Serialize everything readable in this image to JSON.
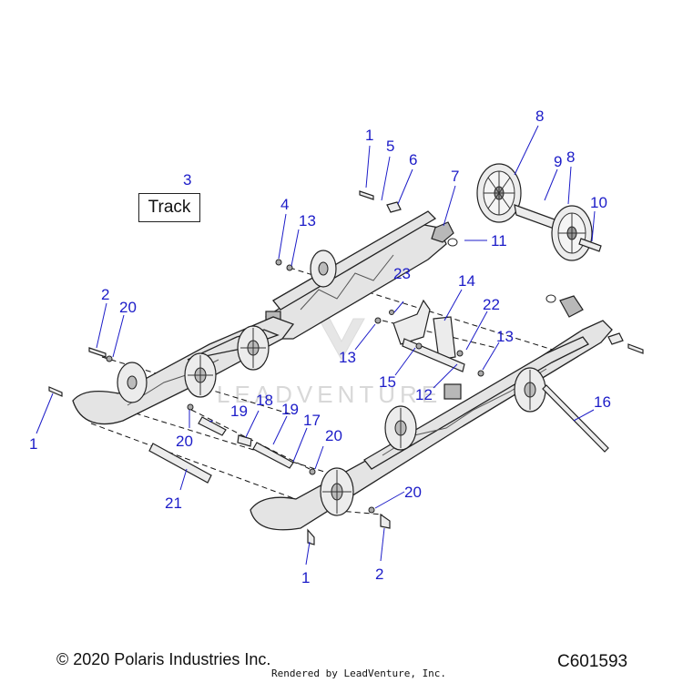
{
  "diagram": {
    "track_label": "Track",
    "watermark": "LEADVENTURE",
    "callouts": [
      "1",
      "5",
      "6",
      "7",
      "8",
      "9",
      "8",
      "10",
      "3",
      "4",
      "13",
      "11",
      "2",
      "20",
      "23",
      "14",
      "22",
      "13",
      "13",
      "15",
      "12",
      "19",
      "18",
      "19",
      "17",
      "16",
      "1",
      "20",
      "20",
      "21",
      "20",
      "1",
      "2"
    ],
    "footer": {
      "copyright": "© 2020 Polaris Industries Inc.",
      "code": "C601593",
      "rendered_by": "Rendered by LeadVenture, Inc."
    }
  }
}
